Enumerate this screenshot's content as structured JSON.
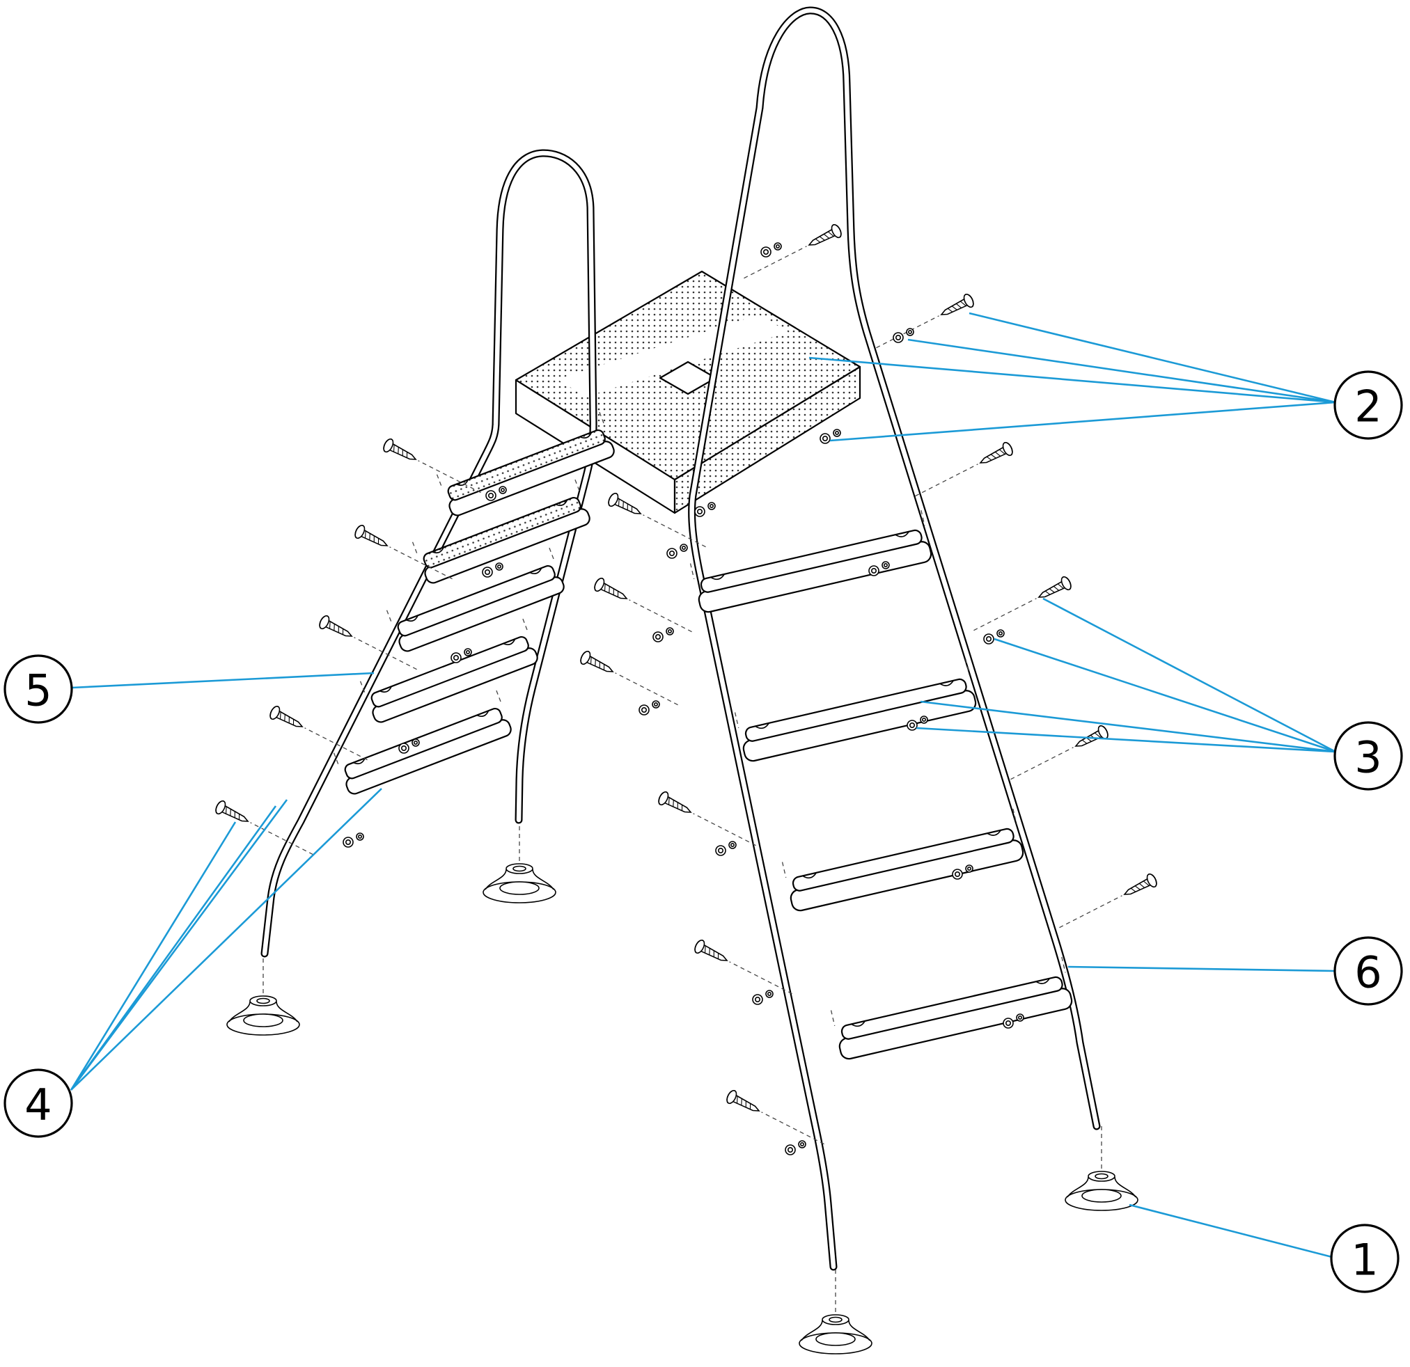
{
  "diagram": {
    "type": "exploded-assembly-diagram",
    "subject": "pool-ladder-with-platform",
    "colors": {
      "background": "#ffffff",
      "line": "#000000",
      "leader": "#1b9ad6"
    },
    "callouts": [
      {
        "label": "1",
        "part": "ladder-foot-base"
      },
      {
        "label": "2",
        "part": "platform-fixing-hardware"
      },
      {
        "label": "3",
        "part": "step-fixing-hardware"
      },
      {
        "label": "4",
        "part": "lower-step-fixing-hardware"
      },
      {
        "label": "5",
        "part": "left-frame-tube"
      },
      {
        "label": "6",
        "part": "right-frame-tube"
      }
    ]
  }
}
